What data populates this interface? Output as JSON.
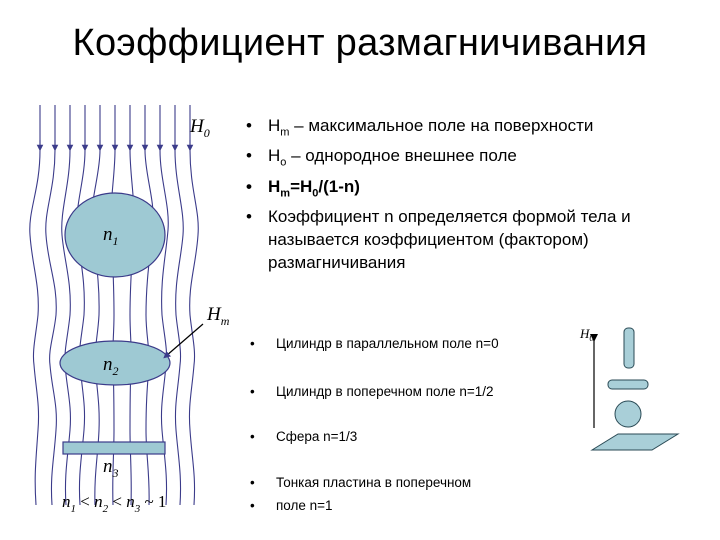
{
  "title": "Коэффициент размагничивания",
  "bullets_top": [
    {
      "sym": "H",
      "sub": "m",
      "text": " – максимальное поле на поверхности"
    },
    {
      "sym": "H",
      "sub": "o",
      "text": " – однородное внешнее поле"
    },
    {
      "formula": {
        "a": "H",
        "a_sub": "m",
        "b": "=H",
        "b_sub": "0",
        "c": "/(1-n)"
      }
    },
    {
      "line1": "Коэффициент n определяется формой тела и",
      "line2": "называется коэффициентом (фактором)",
      "line3": "размагничивания"
    }
  ],
  "bullets_small": [
    "Цилиндр в параллельном поле n=0",
    "Цилиндр в поперечном поле n=1/2",
    "Сфера n=1/3",
    "Тонкая пластина в поперечном",
    "поле  n=1"
  ],
  "figure": {
    "h0": "H",
    "h0_sub": "0",
    "hm": "H",
    "hm_sub": "m",
    "n1": "n",
    "n1_sub": "1",
    "n2": "n",
    "n2_sub": "2",
    "n3": "n",
    "n3_sub": "3",
    "rel_parts": [
      "n",
      "1",
      " < ",
      "n",
      "2",
      " < ",
      "n",
      "3",
      " ~ 1"
    ],
    "fill": "#9ec9d3",
    "line": "#3b3b8a"
  },
  "shapes_fig": {
    "label": "H",
    "label_sub": "0",
    "fill": "#a9cfd8"
  }
}
